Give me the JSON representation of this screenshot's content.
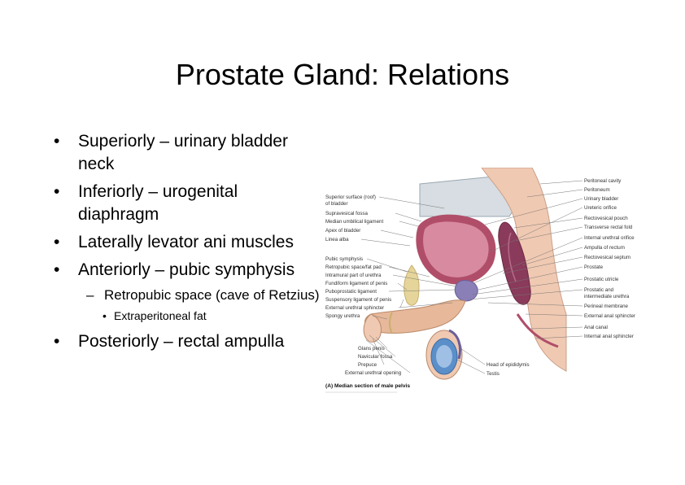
{
  "slide": {
    "title": "Prostate Gland: Relations",
    "bullets": [
      {
        "level": 1,
        "text": "Superiorly – urinary bladder neck"
      },
      {
        "level": 1,
        "text": "Inferiorly – urogenital diaphragm"
      },
      {
        "level": 1,
        "text": "Laterally levator ani muscles"
      },
      {
        "level": 1,
        "text": "Anteriorly – pubic symphysis"
      },
      {
        "level": 2,
        "text": "Retropubic space (cave of Retzius)"
      },
      {
        "level": 3,
        "text": "Extraperitoneal fat"
      },
      {
        "level": 1,
        "text": "Posteriorly – rectal ampulla"
      }
    ],
    "bullet_symbol": "•",
    "dash_symbol": "–"
  },
  "figure": {
    "caption": "(A) Median section of male pelvis",
    "labels_left": [
      "Superior surface (roof)",
      "of bladder",
      "Supravesical fossa",
      "Median umbilical ligament",
      "Apex of bladder",
      "Linea alba",
      "Pubic symphysis",
      "Retropubic space/fat pad",
      "Intramural part of urethra",
      "Fundiform ligament of penis",
      "Puboprostatic ligament",
      "Suspensory ligament of penis",
      "External urethral sphincter",
      "Spongy urethra"
    ],
    "labels_bottom": [
      "Glans penis",
      "Navicular fossa",
      "Prepuce",
      "External urethral opening"
    ],
    "labels_right": [
      "Peritoneal cavity",
      "Peritoneum",
      "Urinary bladder",
      "Ureteric orifice",
      "Rectovesical pouch",
      "Transverse rectal fold",
      "Internal urethral orifice",
      "Ampulla of rectum",
      "Rectovesical septum",
      "Prostate",
      "Prostatic utricle",
      "Prostatic and",
      "intermediate urethra",
      "Perineal membrane",
      "External anal sphincter",
      "Anal canal",
      "Internal anal sphincter"
    ],
    "labels_lower_right": [
      "Head of epididymis",
      "Testis"
    ],
    "colors": {
      "bladder": "#c9708a",
      "bladder_wall": "#b04e6a",
      "rectum": "#8a3a5a",
      "bone": "#e6d59a",
      "skin": "#f2c9a8",
      "testis": "#5b8fc9",
      "peritoneum": "#9aa7b0"
    }
  }
}
